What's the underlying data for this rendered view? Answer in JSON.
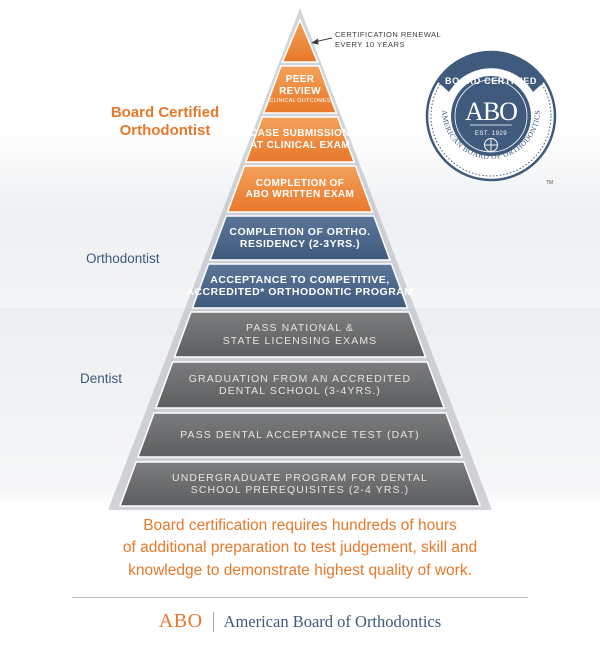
{
  "pyramid": {
    "certification_steps": [
      {
        "lines": [
          "Peer",
          "Review"
        ],
        "note": "(Clinical Outcomes)"
      },
      {
        "lines": [
          "Case Submission",
          "at Clinical Exam"
        ],
        "note": ""
      },
      {
        "lines": [
          "Completion of",
          "ABO Written Exam"
        ],
        "note": ""
      }
    ],
    "orthodontist_steps": [
      {
        "lines": [
          "Completion of Ortho.",
          "Residency (2-3yrs.)"
        ]
      },
      {
        "lines": [
          "Acceptance to Competitive,",
          "Accredited* Orthodontic Program"
        ]
      }
    ],
    "dentist_steps": [
      {
        "lines": [
          "Pass National &",
          "State Licensing Exams"
        ]
      },
      {
        "lines": [
          "Graduation from an Accredited",
          "Dental School (3-4yrs.)"
        ]
      },
      {
        "lines": [
          "Pass Dental Acceptance Test (DAT)"
        ]
      },
      {
        "lines": [
          "Undergraduate Program for Dental",
          "School Prerequisites (2-4 yrs.)"
        ]
      }
    ]
  },
  "labels": {
    "certified": [
      "Board Certified",
      "Orthodontist"
    ],
    "orthodontist": "Orthodontist",
    "dentist": "Dentist"
  },
  "renewal_note": [
    "Certification Renewal",
    "Every 10 Years"
  ],
  "seal": {
    "top_text": "BOARD CERTIFIED",
    "monogram": "ABO",
    "est": "EST. 1929",
    "ring_text": "AMERICAN BOARD OF ORTHODONTICS",
    "trademark": "TM"
  },
  "summary": [
    "Board certification requires hundreds of hours",
    "of additional preparation to test judgement, skill and",
    "knowledge to demonstrate highest quality of work."
  ],
  "footer": {
    "logo": "ABO",
    "name": "American Board of Orthodontics"
  },
  "colors": {
    "orange": "#e8782a",
    "orange_light": "#f3a15a",
    "blue": "#3f5a7c",
    "blue_light": "#5b7699",
    "gray": "#5c5e60",
    "gray_light": "#7a7c7e",
    "outline": "#ffffff",
    "edge": "#aeb3ba"
  }
}
